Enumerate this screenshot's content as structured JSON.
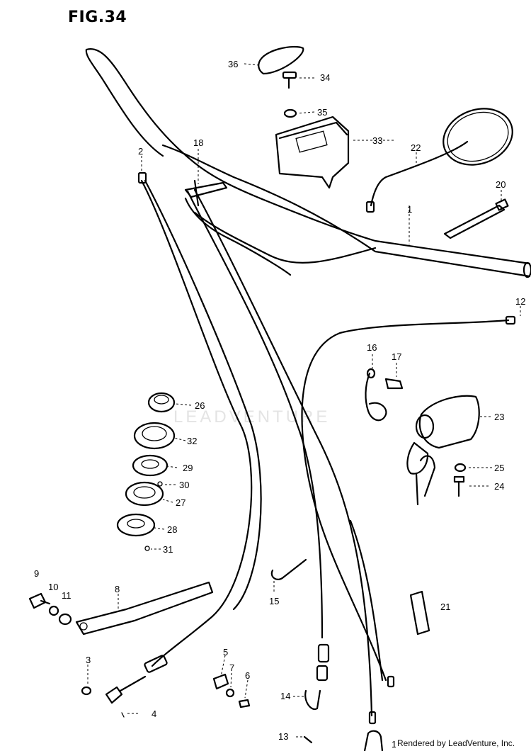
{
  "figure": {
    "title": "FIG.34"
  },
  "watermark": "LEADVENTURE",
  "credit": "Rendered by LeadVenture, Inc.",
  "callouts": [
    {
      "id": "c1",
      "label": "1"
    },
    {
      "id": "c2",
      "label": "2"
    },
    {
      "id": "c3",
      "label": "3"
    },
    {
      "id": "c4",
      "label": "4"
    },
    {
      "id": "c5",
      "label": "5"
    },
    {
      "id": "c6",
      "label": "6"
    },
    {
      "id": "c7",
      "label": "7"
    },
    {
      "id": "c8",
      "label": "8"
    },
    {
      "id": "c9",
      "label": "9"
    },
    {
      "id": "c10",
      "label": "10"
    },
    {
      "id": "c11",
      "label": "11"
    },
    {
      "id": "c12",
      "label": "12"
    },
    {
      "id": "c13",
      "label": "13"
    },
    {
      "id": "c14",
      "label": "14"
    },
    {
      "id": "c15",
      "label": "15"
    },
    {
      "id": "c16",
      "label": "16"
    },
    {
      "id": "c17",
      "label": "17"
    },
    {
      "id": "c18",
      "label": "18"
    },
    {
      "id": "c19",
      "label": "19"
    },
    {
      "id": "c20",
      "label": "20"
    },
    {
      "id": "c21",
      "label": "21"
    },
    {
      "id": "c22",
      "label": "22"
    },
    {
      "id": "c23",
      "label": "23"
    },
    {
      "id": "c24",
      "label": "24"
    },
    {
      "id": "c25",
      "label": "25"
    },
    {
      "id": "c26",
      "label": "26"
    },
    {
      "id": "c27",
      "label": "27"
    },
    {
      "id": "c28",
      "label": "28"
    },
    {
      "id": "c29",
      "label": "29"
    },
    {
      "id": "c30",
      "label": "30"
    },
    {
      "id": "c31",
      "label": "31"
    },
    {
      "id": "c32",
      "label": "32"
    },
    {
      "id": "c33",
      "label": "33"
    },
    {
      "id": "c34",
      "label": "34"
    },
    {
      "id": "c35",
      "label": "35"
    },
    {
      "id": "c36",
      "label": "36"
    }
  ]
}
